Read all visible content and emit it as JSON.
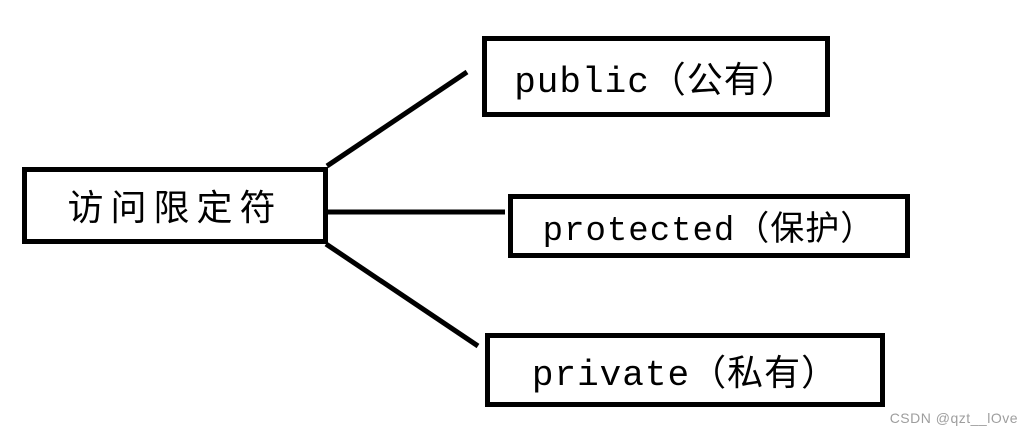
{
  "diagram": {
    "root": {
      "label": "访问限定符"
    },
    "children": [
      {
        "label": "public（公有）"
      },
      {
        "label": "protected（保护）"
      },
      {
        "label": "private（私有）"
      }
    ],
    "colors": {
      "line": "#000000",
      "border": "#000000",
      "text": "#000000",
      "background": "#ffffff",
      "watermark": "#9e9e9e"
    }
  },
  "watermark": {
    "text": "CSDN @qzt__lOve"
  }
}
